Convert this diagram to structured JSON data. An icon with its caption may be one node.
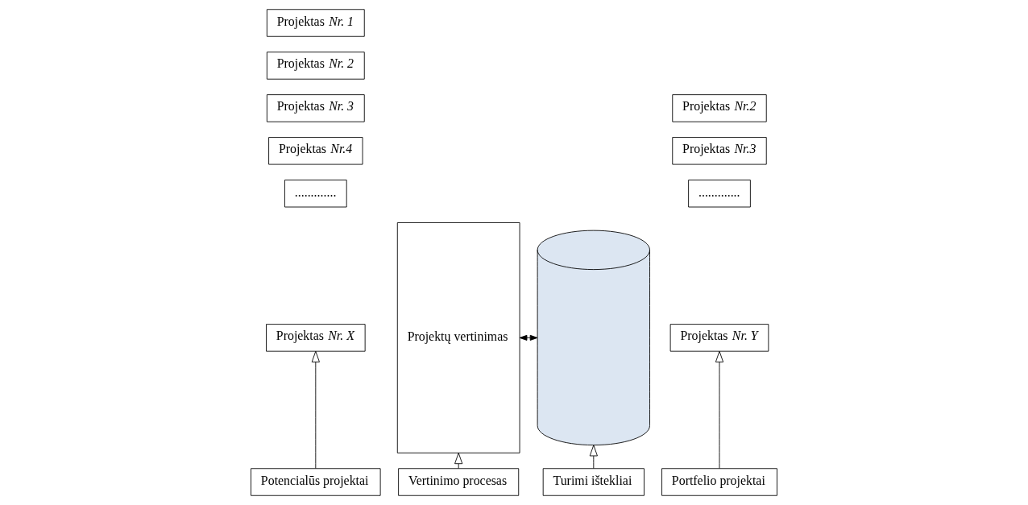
{
  "diagram": {
    "nodes": [
      {
        "text": [
          "Projektas *Nr. 1*"
        ]
      },
      {
        "text": [
          "Projektas *Nr. 2*"
        ]
      },
      {
        "text": [
          "Projektas *Nr. 3*"
        ]
      },
      {
        "text": [
          "Projektas *Nr.4*"
        ]
      },
      {
        "text": [
          "............."
        ]
      },
      {
        "text": [
          "Projektas *Nr. X*"
        ]
      },
      {
        "text": [
          "Projektų vertinimas"
        ]
      },
      {
        "text": [],
        "shape": "cylinder"
      },
      {
        "text": [
          "Projektas *Nr.2*"
        ]
      },
      {
        "text": [
          "Projektas *Nr.3*"
        ]
      },
      {
        "text": [
          "............."
        ]
      },
      {
        "text": [
          "Projektas *Nr. Y*"
        ]
      },
      {
        "text": [
          "Potencialūs projektai"
        ]
      },
      {
        "text": [
          "Vertinimo procesas"
        ]
      },
      {
        "text": [
          "Turimi ištekliai"
        ]
      },
      {
        "text": [
          "Portfelio projektai"
        ]
      }
    ],
    "edges": [
      {
        "from": 6,
        "to": 7,
        "arrow": "both"
      },
      {
        "from": 12,
        "to": 5,
        "arrow": "to"
      },
      {
        "from": 13,
        "to": 6,
        "arrow": "to"
      },
      {
        "from": 14,
        "to": 7,
        "arrow": "to"
      },
      {
        "from": 15,
        "to": 11,
        "arrow": "to"
      }
    ]
  }
}
